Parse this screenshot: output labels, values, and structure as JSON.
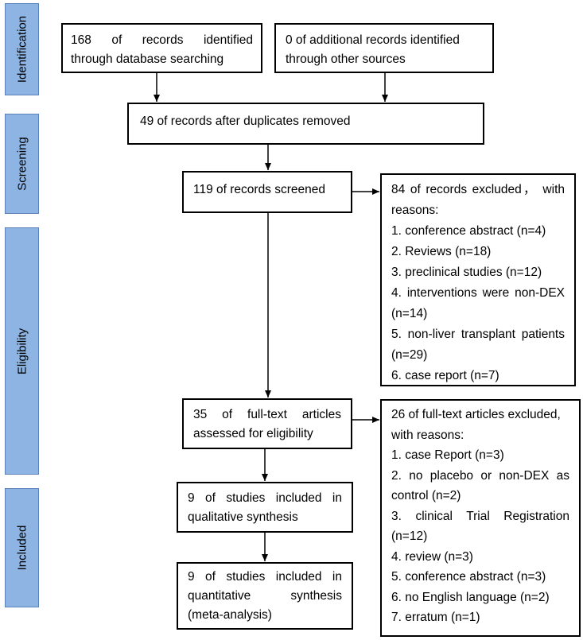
{
  "stages": {
    "identification": "Identification",
    "screening": "Screening",
    "eligibility": "Eligibility",
    "included": "Included"
  },
  "boxes": {
    "database": {
      "line1": "168 of records identified",
      "line2": "through database searching"
    },
    "other": {
      "line1": "0 of additional records identified",
      "line2": "through other sources"
    },
    "after_duplicates": {
      "line1": "49 of records after duplicates removed"
    },
    "screened": {
      "line1": "119 of records screened"
    },
    "excluded_records": {
      "title1": "84 of records excluded， with",
      "title2": "reasons:",
      "items": [
        "1.  conference abstract (n=4)",
        "2.  Reviews (n=18)",
        "3.  preclinical studies (n=12)",
        "4.  interventions were non-DEX",
        "(n=14)",
        "5.  non-liver transplant patients",
        "(n=29)",
        "6.  case report (n=7)"
      ]
    },
    "full_text": {
      "line1": "35 of full-text articles",
      "line2": "assessed for eligibility"
    },
    "excluded_articles": {
      "title1": "26 of full-text articles excluded,",
      "title2": "with reasons:",
      "items": [
        "1. case Report (n=3)",
        "2. no placebo or non-DEX as",
        "control (n=2)",
        "3. clinical Trial Registration",
        "(n=12)",
        "4. review (n=3)",
        "5. conference abstract (n=3)",
        "6. no English language (n=2)",
        "7. erratum (n=1)"
      ]
    },
    "qualitative": {
      "line1": "9 of studies included in",
      "line2": "qualitative synthesis"
    },
    "quantitative": {
      "line1": "9 of studies included in",
      "line2": "quantitative synthesis",
      "line3": "(meta-analysis)"
    }
  }
}
